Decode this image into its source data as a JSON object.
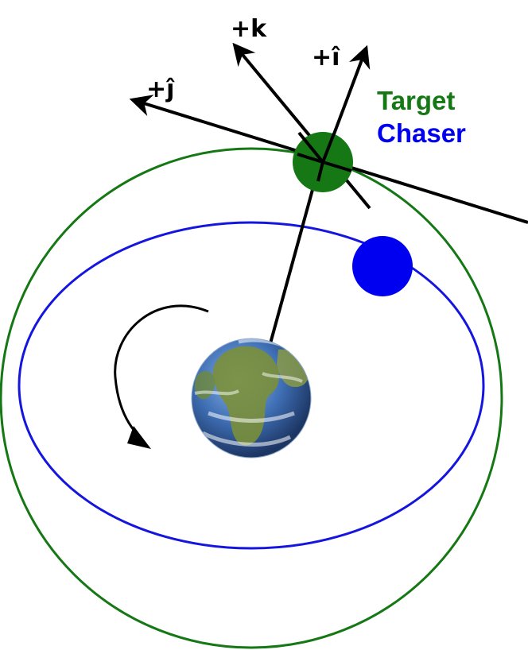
{
  "legend": {
    "target": {
      "label": "Target",
      "color": "#157815"
    },
    "chaser": {
      "label": "Chaser",
      "color": "#0000f0"
    }
  },
  "axes": {
    "i": {
      "label": "+î"
    },
    "j": {
      "label": "+ĵ"
    },
    "k": {
      "label": "+k"
    }
  },
  "colors": {
    "target_orbit": "#157815",
    "chaser_orbit": "#1515e0",
    "axis": "#000000",
    "earth_ocean": "#3f6fb5",
    "earth_land": "#7a8f3a"
  }
}
